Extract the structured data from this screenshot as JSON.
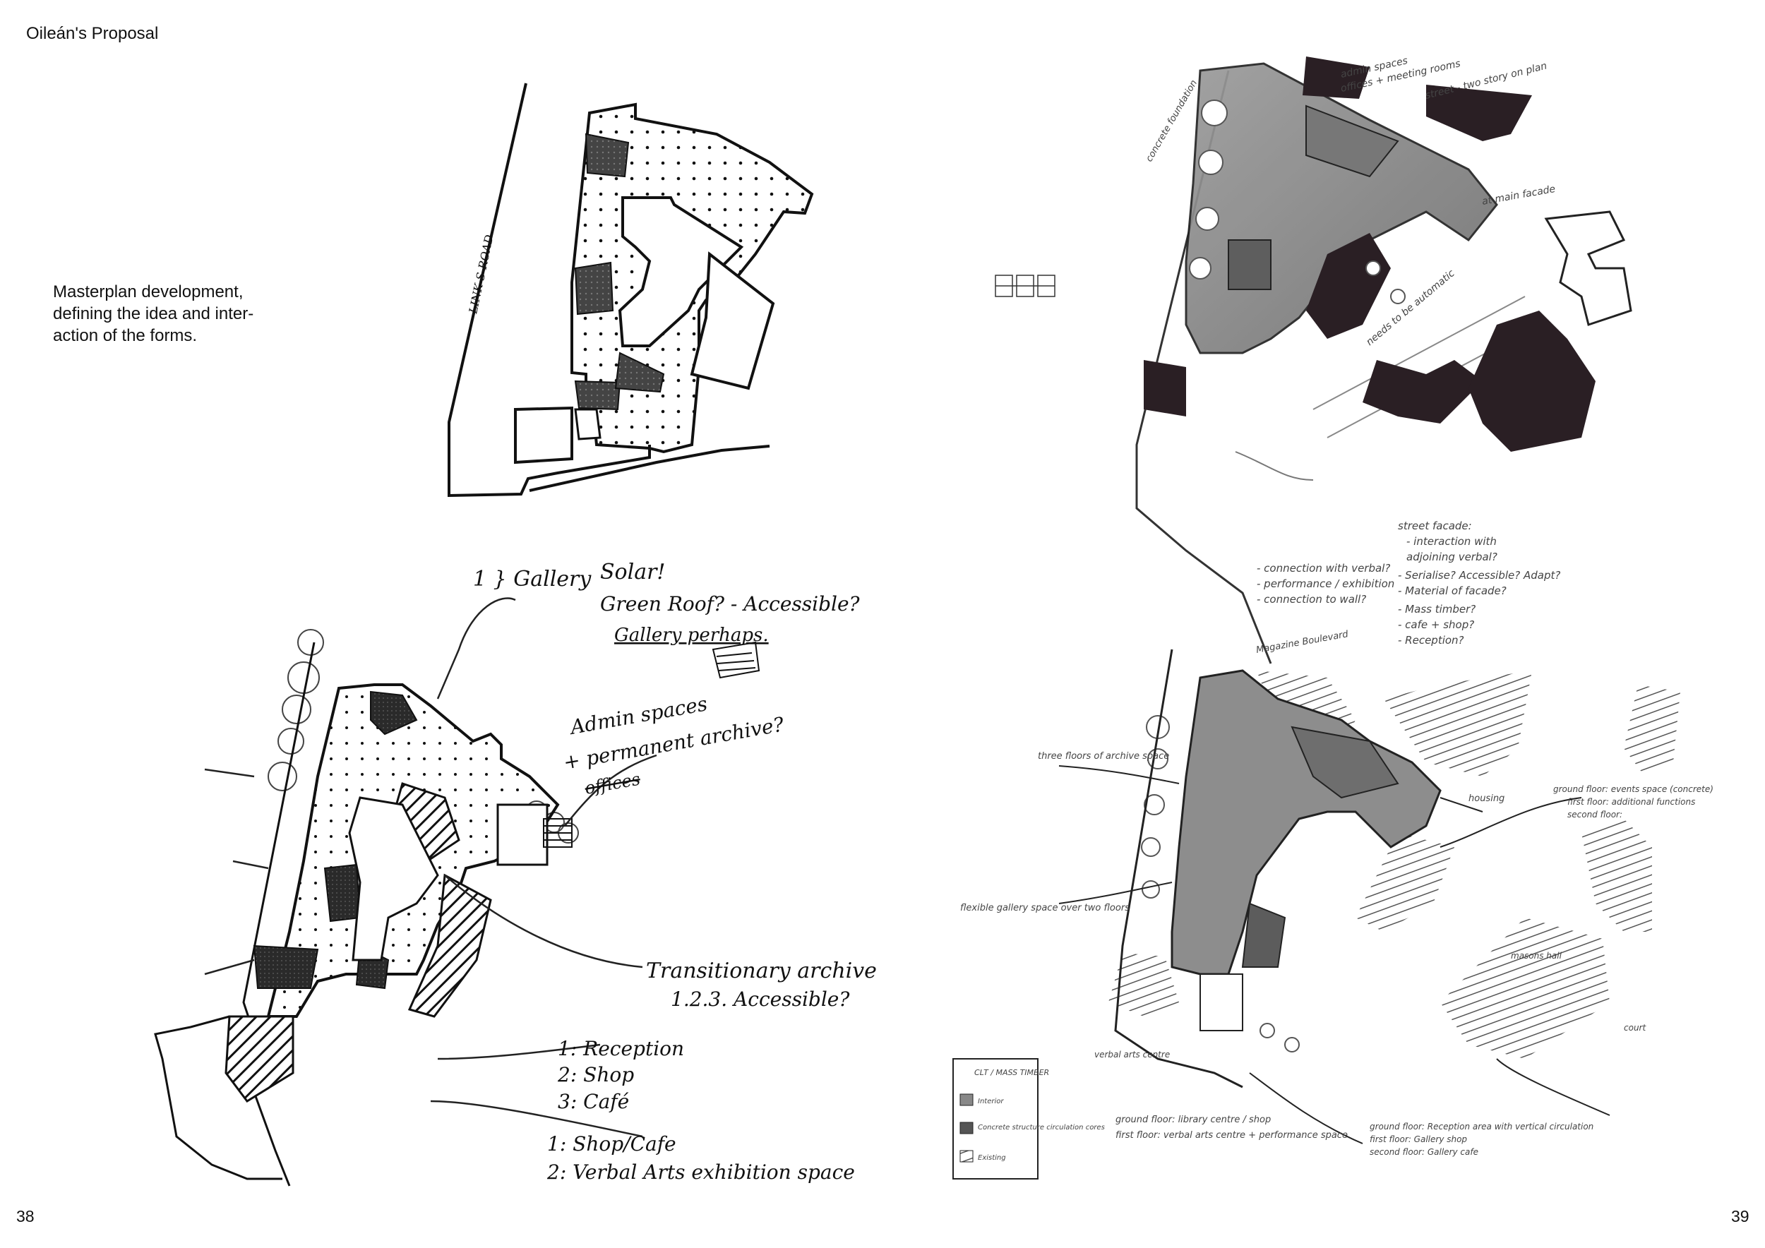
{
  "header": {
    "title": "Oileán's Proposal"
  },
  "caption": {
    "lines": [
      "Masterplan development,",
      "defining the idea and inter-",
      "action of the forms."
    ]
  },
  "page_numbers": {
    "left": "38",
    "right": "39"
  },
  "sketch_top_left": {
    "road_label": "LINK S ROAD"
  },
  "sketch_bottom_left": {
    "gallery": "1 } Gallery",
    "solar": "Solar!",
    "green_roof": "Green Roof? - Accessible?",
    "gallery_perhaps": "Gallery perhaps.",
    "admin1": "Admin spaces",
    "admin2": "+ permanent archive?",
    "admin3": "offices",
    "trans1": "Transitionary archive",
    "trans2": "1.2.3. Accessible?",
    "rec1": "1: Reception",
    "rec2": "2: Shop",
    "rec3": "3: Café",
    "shop1": "1: Shop/Cafe",
    "shop2": "2: Verbal Arts exhibition space"
  },
  "sketch_top_right": {
    "n1": "admin spaces",
    "n2": "offices + meeting rooms",
    "n3": "street - two story on plan",
    "n4": "concrete foundation",
    "n5": "at main facade",
    "n6": "street facade:",
    "n7": "- interaction with",
    "n8": "adjoining verbal?",
    "n9": "- Serialise? Accessible? Adapt?",
    "n10": "- Material of facade?",
    "n11": "- Mass timber?",
    "n12": "- cafe + shop?",
    "n13": "- Reception?",
    "n14": "- connection with verbal?",
    "n15": "- performance / exhibition",
    "n16": "- connection to wall?",
    "n17": "needs to be automatic"
  },
  "sketch_bottom_right": {
    "top_label": "Magazine Boulevard",
    "three_floors": "three floors of archive space",
    "flexible": "flexible gallery space over two floors",
    "housing": "housing",
    "levels1": "ground floor: events space (concrete)",
    "levels2": "first floor: additional functions",
    "levels3": "second floor:",
    "masons": "masons hall",
    "court": "court",
    "verbal": "verbal arts centre",
    "ground_left1": "ground floor: library centre / shop",
    "ground_left2": "first floor: verbal arts centre + performance space",
    "ground_right1": "ground floor: Reception area with vertical circulation",
    "ground_right2": "first floor: Gallery shop",
    "ground_right3": "second floor: Gallery cafe",
    "legend_title": "CLT / MASS TIMBER",
    "legend1": "Interior",
    "legend2": "Concrete structure circulation cores",
    "legend3": "Existing"
  },
  "colors": {
    "ink": "#111111",
    "dark_mass": "#2a1f24",
    "grey_shade": "#8a8a8a"
  }
}
